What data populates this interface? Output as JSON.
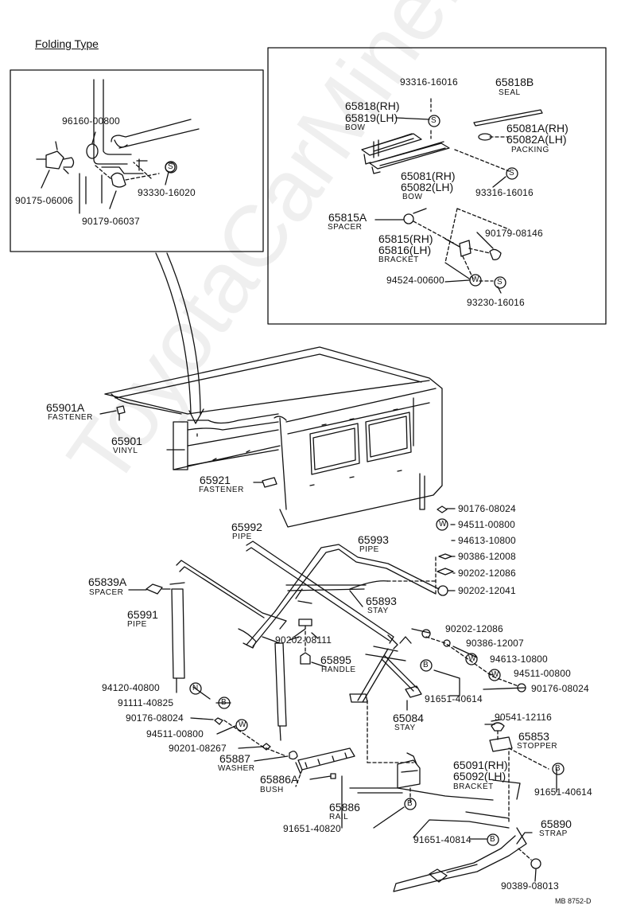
{
  "title": "Folding Type",
  "watermark": "ToyotaCarMine.ru",
  "figure_ref": "MB 8752-D",
  "inset_left": {
    "parts": {
      "p96160": "96160-00800",
      "p90175": "90175-06006",
      "p90179a": "90179-06037",
      "p93330": "93330-16020"
    }
  },
  "inset_right": {
    "parts": {
      "p93316a": "93316-16016",
      "p65818b": "65818B",
      "p65818b_name": "SEAL",
      "p65818": "65818(RH)",
      "p65819": "65819(LH)",
      "bow1_name": "BOW",
      "p65081a": "65081A(RH)",
      "p65082a": "65082A(LH)",
      "packing_name": "PACKING",
      "p65081": "65081(RH)",
      "p65082": "65082(LH)",
      "bow2_name": "BOW",
      "p93316b": "93316-16016",
      "p65815a": "65815A",
      "spacer_name": "SPACER",
      "p90179b": "90179-08146",
      "p65815": "65815(RH)",
      "p65816": "65816(LH)",
      "bracket_name": "BRACKET",
      "p94524": "94524-00600",
      "p93230": "93230-16016"
    }
  },
  "main": {
    "parts": {
      "p65901a": "65901A",
      "fastener1_name": "FASTENER",
      "p65901": "65901",
      "vinyl_name": "VINYL",
      "p65921": "65921",
      "fastener2_name": "FASTENER",
      "p90176a": "90176-08024",
      "p94511a": "94511-00800",
      "p94613a": "94613-10800",
      "p90386a": "90386-12008",
      "p90202a": "90202-12086",
      "p90202b": "90202-12041",
      "p65992": "65992",
      "pipe1_name": "PIPE",
      "p65993": "65993",
      "pipe2_name": "PIPE",
      "p65839a": "65839A",
      "spacer2_name": "SPACER",
      "p65893": "65893",
      "stay1_name": "STAY",
      "p65991": "65991",
      "pipe3_name": "PIPE",
      "p90202c": "90202-08111",
      "p90202d": "90202-12086",
      "p90386b": "90386-12007",
      "p94613b": "94613-10800",
      "p94511b": "94511-00800",
      "p90176b": "90176-08024",
      "p65895": "65895",
      "handle_name": "HANDLE",
      "p94120": "94120-40800",
      "p91111": "91111-40825",
      "p91651a": "91651-40614",
      "p65084": "65084",
      "stay2_name": "STAY",
      "p90176c": "90176-08024",
      "p94511c": "94511-00800",
      "p90201": "90201-08267",
      "p65887": "65887",
      "washer_name": "WASHER",
      "p65886a": "65886A",
      "bush_name": "BUSH",
      "p90541": "90541-12116",
      "p65853": "65853",
      "stopper_name": "STOPPER",
      "p65091": "65091(RH)",
      "p65092": "65092(LH)",
      "bracket2_name": "BRACKET",
      "p91651b": "91651-40614",
      "p65886": "65886",
      "rail_name": "RAIL",
      "p91651c": "91651-40820",
      "p65890": "65890",
      "strap_name": "STRAP",
      "p91651d": "91651-40814",
      "p90389": "90389-08013"
    }
  },
  "symbols": {
    "s": "S",
    "w": "W",
    "b": "B",
    "n": "N"
  }
}
